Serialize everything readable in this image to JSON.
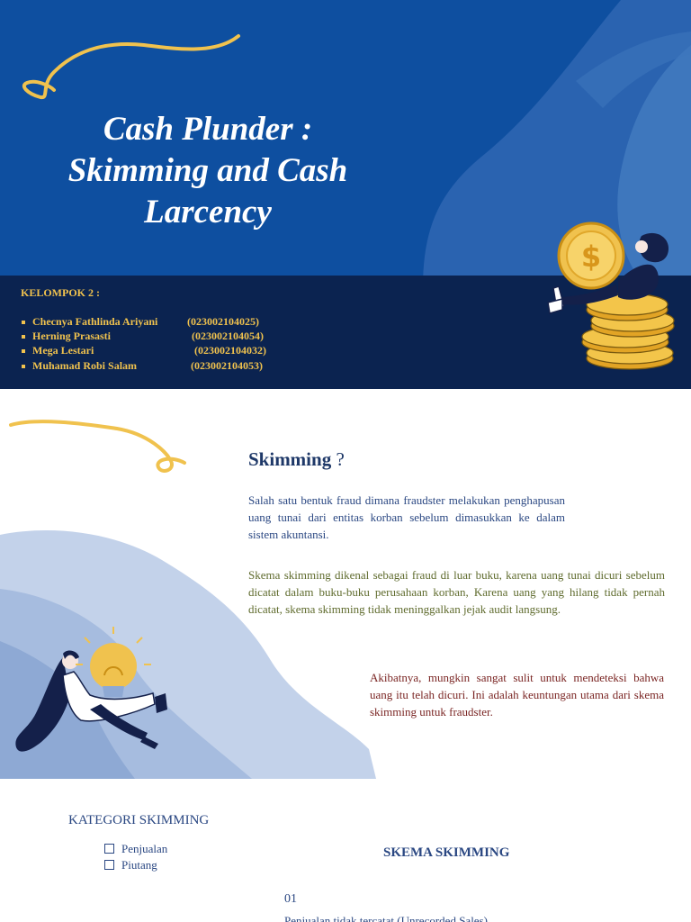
{
  "slide1": {
    "title_lines": [
      "Cash Plunder :",
      "Skimming and Cash",
      "Larcency"
    ],
    "group_label": "KELOMPOK 2 :",
    "members": [
      {
        "name": "Checnya Fathlinda Ariyani",
        "nim": "(023002104025)"
      },
      {
        "name": "Herning Prasasti",
        "nim": "(023002104054)"
      },
      {
        "name": "Mega Lestari",
        "nim": "(023002104032)"
      },
      {
        "name": "Muhamad Robi Salam",
        "nim": "(023002104053)"
      }
    ],
    "colors": {
      "bg": "#0e4fa0",
      "band": "#0b2350",
      "accent": "#f0c24e"
    }
  },
  "slide2": {
    "title_bold": "Skimming",
    "title_rest": " ?",
    "paragraph1": "Salah satu bentuk fraud dimana fraudster melakukan penghapusan uang tunai dari entitas korban sebelum dimasukkan ke dalam sistem akuntansi.",
    "paragraph2": "Skema skimming dikenal sebagai fraud di luar buku, karena uang tunai dicuri sebelum dicatat dalam buku-buku perusahaan korban, Karena uang yang hilang tidak pernah dicatat, skema skimming tidak meninggalkan jejak audit langsung.",
    "paragraph3": "Akibatnya, mungkin sangat sulit untuk mendeteksi bahwa uang itu telah dicuri. Ini adalah keuntungan utama dari skema skimming untuk fraudster."
  },
  "slide3": {
    "category_title": "KATEGORI SKIMMING",
    "categories": [
      "Penjualan",
      "Piutang"
    ],
    "scheme_title": "SKEMA SKIMMING",
    "number": "01",
    "cut_text": "Penjualan tidak tercatat (Unrecorded Sales)"
  },
  "icons": [
    "squiggle-decoration",
    "dollar-coin-icon",
    "bulb-icon",
    "checkbox-icon"
  ]
}
